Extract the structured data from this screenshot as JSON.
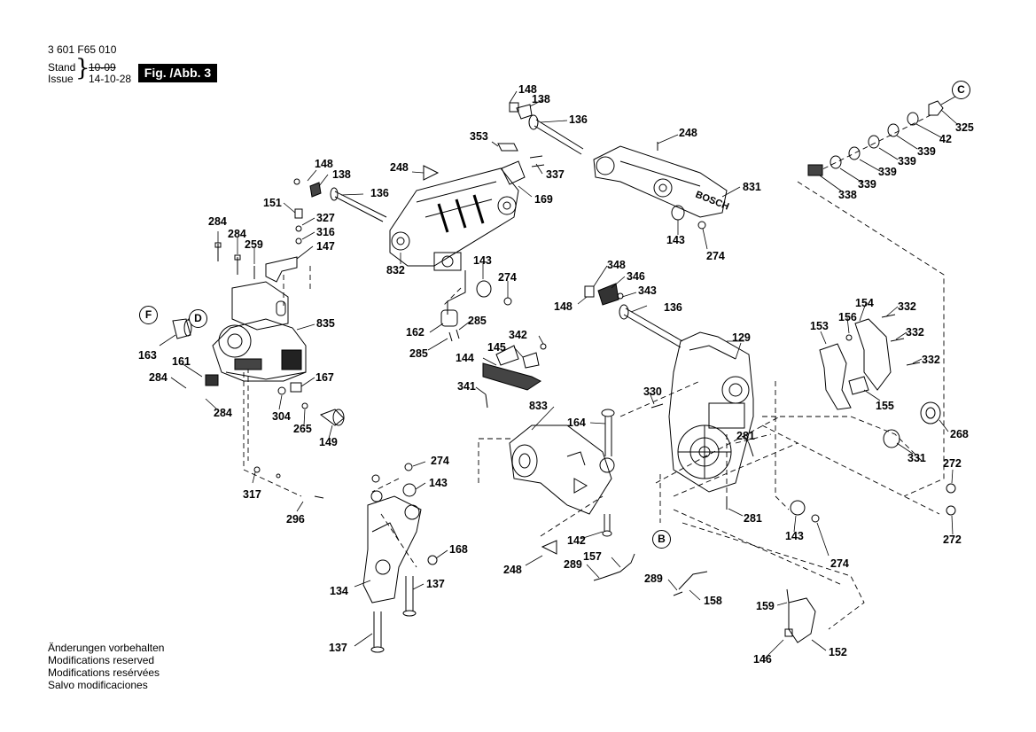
{
  "header": {
    "doc_number": "3 601 F65 010",
    "stand_label": "Stand",
    "issue_label": "Issue",
    "stand_value": "10-09",
    "issue_value": "14-10-28",
    "figure_tag": "Fig. /Abb. 3"
  },
  "footer": {
    "lines": [
      "Änderungen vorbehalten",
      "Modifications reserved",
      "Modifications resérvées",
      "Salvo modificaciones"
    ]
  },
  "callouts": [
    "C",
    "F",
    "D",
    "B"
  ],
  "brand": "BOSCH",
  "part_labels": [
    "148",
    "138",
    "136",
    "353",
    "337",
    "169",
    "248",
    "831",
    "143",
    "274",
    "148",
    "138",
    "248",
    "136",
    "151",
    "327",
    "316",
    "147",
    "832",
    "143",
    "274",
    "284",
    "284",
    "259",
    "835",
    "162",
    "285",
    "285",
    "163",
    "161",
    "284",
    "284",
    "304",
    "167",
    "265",
    "149",
    "317",
    "296",
    "274",
    "143",
    "168",
    "134",
    "137",
    "137",
    "348",
    "346",
    "343",
    "148",
    "136",
    "342",
    "145",
    "144",
    "341",
    "330",
    "833",
    "164",
    "142",
    "248",
    "289",
    "157",
    "289",
    "158",
    "159",
    "146",
    "152",
    "129",
    "281",
    "281",
    "143",
    "274",
    "153",
    "156",
    "154",
    "332",
    "332",
    "332",
    "155",
    "268",
    "331",
    "272",
    "272",
    "338",
    "339",
    "339",
    "339",
    "339",
    "42",
    "325"
  ]
}
